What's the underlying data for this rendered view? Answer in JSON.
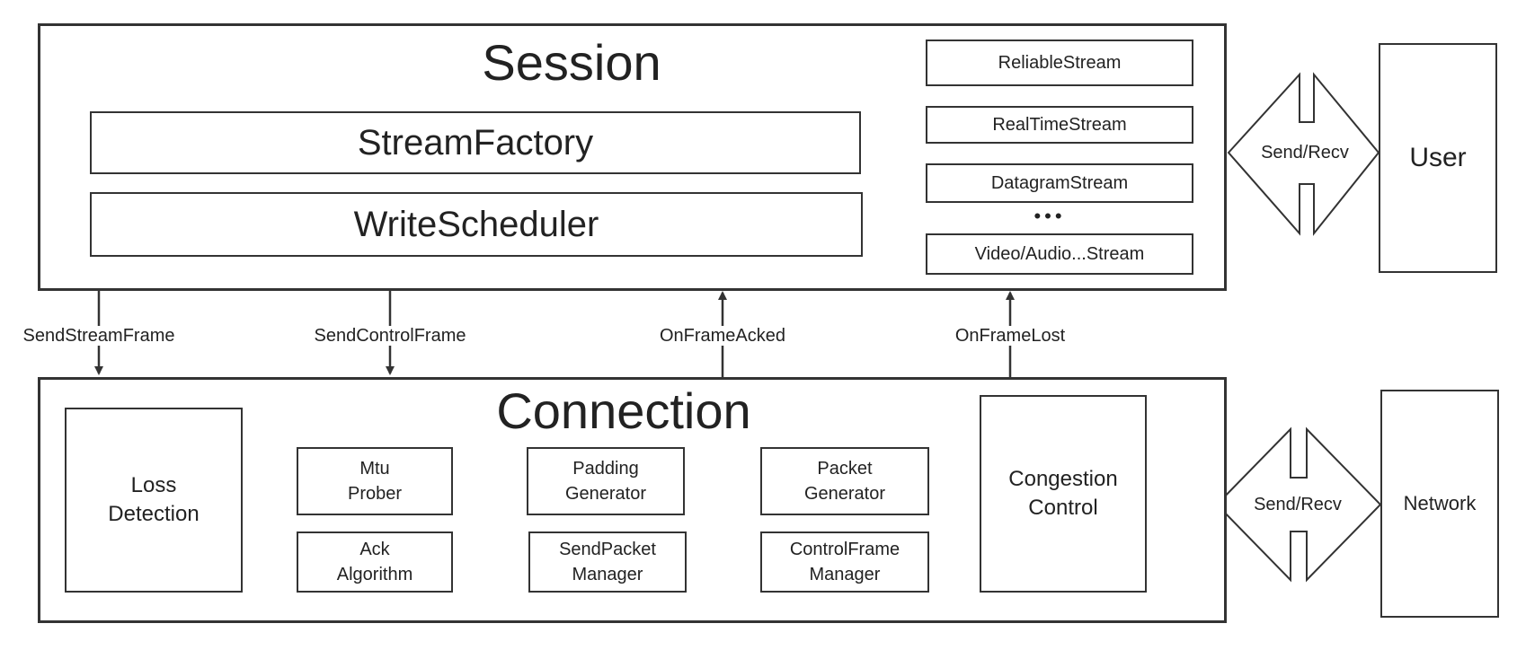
{
  "session": {
    "title": "Session",
    "stream_factory": "StreamFactory",
    "write_scheduler": "WriteScheduler",
    "streams": [
      "ReliableStream",
      "RealTimeStream",
      "DatagramStream",
      "Video/Audio...Stream"
    ],
    "ellipsis": "•••"
  },
  "connection": {
    "title": "Connection",
    "loss_detection": "Loss\nDetection",
    "congestion_control": "Congestion\nControl",
    "mtu_prober": "Mtu\nProber",
    "ack_algorithm": "Ack\nAlgorithm",
    "padding_generator": "Padding\nGenerator",
    "send_packet_manager": "SendPacket\nManager",
    "packet_generator": "Packet\nGenerator",
    "control_frame_manager": "ControlFrame\nManager"
  },
  "edges": {
    "send_stream_frame": "SendStreamFrame",
    "send_control_frame": "SendControlFrame",
    "on_frame_acked": "OnFrameAcked",
    "on_frame_lost": "OnFrameLost"
  },
  "user": {
    "label": "User",
    "link": "Send/Recv"
  },
  "network": {
    "label": "Network",
    "link": "Send/Recv"
  },
  "colors": {
    "line": "#333333",
    "fill": "#ffffff",
    "text": "#222222"
  }
}
